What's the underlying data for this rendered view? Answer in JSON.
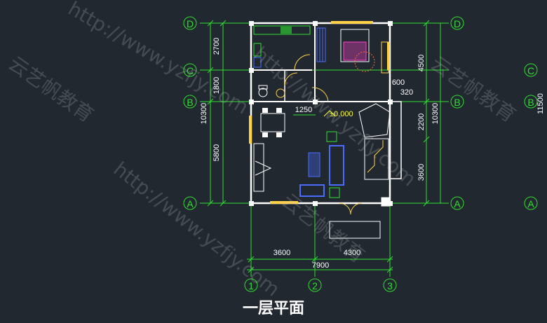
{
  "caption": "一层平面",
  "axes": {
    "rows": [
      "D",
      "C",
      "B",
      "A"
    ],
    "cols": [
      "1",
      "2",
      "3"
    ]
  },
  "dimensions": {
    "left": [
      "2700",
      "1800",
      "5800"
    ],
    "left_total": "10300",
    "right": [
      "4500",
      "2200",
      "3600"
    ],
    "right_total": "10300",
    "far_right_total": "11500",
    "bottom": [
      "3600",
      "4300"
    ],
    "bottom_total": "7900",
    "interior": [
      "1250",
      "600",
      "320"
    ]
  },
  "level": "±0.000",
  "watermarks": {
    "url": "http://www.yzfjy.com",
    "brand": "云艺帆教育"
  },
  "colors": {
    "background": "#212830",
    "axis": "#2fe02f",
    "wall": "#ffffff",
    "furniture": "#4a6cff",
    "window": "#ffd24a"
  }
}
